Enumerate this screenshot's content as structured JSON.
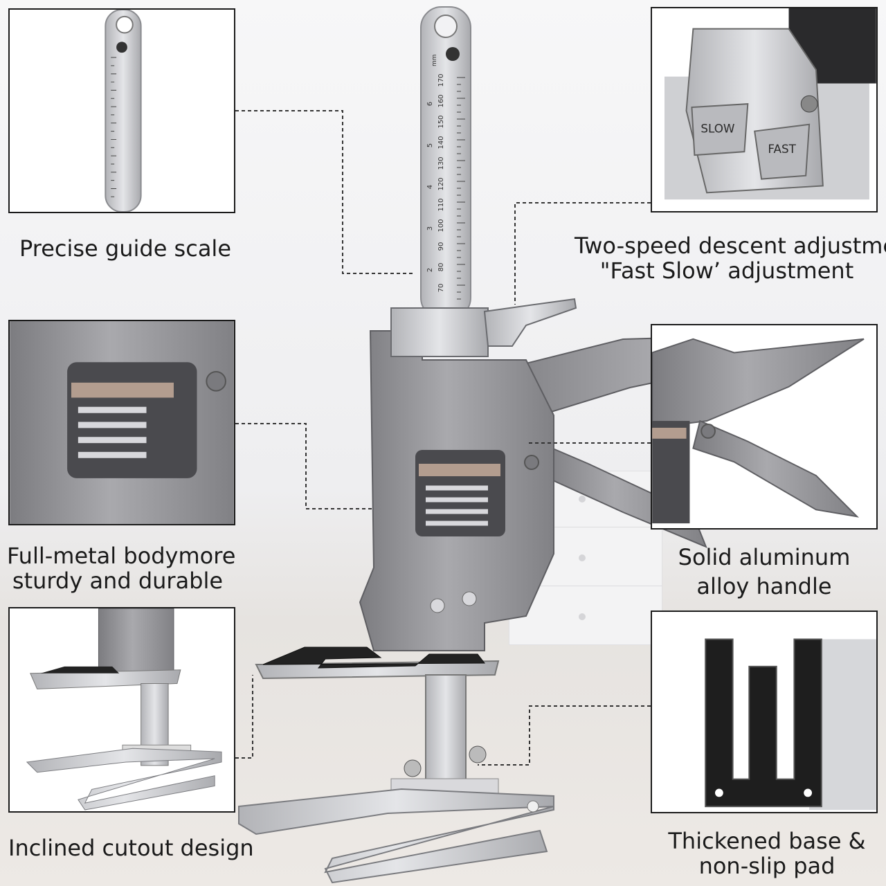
{
  "captions": {
    "scale": "Precise guide scale",
    "speed_line1": "Two-speed descent adjustment",
    "speed_line2": "\"Fast Slow’ adjustment",
    "body_line1": "Full-metal bodymore",
    "body_line2": "sturdy and durable",
    "handle_line1": "Solid aluminum",
    "handle_line2": "alloy handle",
    "cutout": "Inclined cutout design",
    "base_line1": "Thickened base &",
    "base_line2": "non-slip pad"
  },
  "tool_marks": {
    "slow": "SLOW",
    "fast": "FAST",
    "unit": "mm",
    "ticks": [
      "170",
      "160",
      "150",
      "140",
      "130",
      "120",
      "110",
      "100",
      "90",
      "80",
      "70"
    ],
    "inch_ticks": [
      "6",
      "5",
      "4",
      "3",
      "2"
    ]
  },
  "colors": {
    "metal": "#9a9a9e",
    "metal_dark": "#6e6e72",
    "steel": "#c9cace",
    "pad": "#1e1e1e",
    "frame": "#1b1b1b"
  }
}
